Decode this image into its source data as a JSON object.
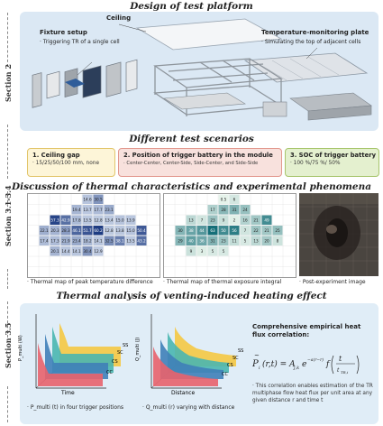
{
  "headers": {
    "design": "Design of test platform",
    "scenarios": "Different test scenarios",
    "discussion": "Discussion of thermal characteristics and experimental phenomena",
    "venting": "Thermal analysis of venting-induced heating effect"
  },
  "sections": {
    "s2": "Section 2",
    "s34": "Section 3.1-3.4",
    "s35": "Section 3.5"
  },
  "platform": {
    "ceiling": "Ceiling",
    "fixture_title": "Fixture setup",
    "fixture_desc": "· Triggering TR of a single cell",
    "plate_title": "Temperature-monitoring plate",
    "plate_desc": "· Simulating the top of adjacent cells"
  },
  "scenarios": [
    {
      "title": "1. Ceiling gap",
      "desc": "· 15/25/50/100 mm, none"
    },
    {
      "title": "2. Position of trigger battery in the module",
      "desc": "· Center-Center, Center-Side, Side-Center, and Side-Side"
    },
    {
      "title": "3. SOC of trigger battery",
      "desc": "· 100 %/75 %/ 50%"
    }
  ],
  "discussion": {
    "cap1": "· Thermal map of peak temperature difference",
    "cap2": "· Thermal map of thermal exposure integral",
    "cap3": "· Post-experiment image",
    "map1_values": [
      "14.6",
      "30.5",
      "19.4",
      "13.7",
      "17.7",
      "23.1",
      "57.3",
      "42.9",
      "17.8",
      "13.5",
      "12.8",
      "13.4",
      "15.0",
      "13.9",
      "22.1",
      "20.3",
      "28.3",
      "46.1",
      "51.7",
      "60.2",
      "12.8",
      "13.8",
      "15.0",
      "50.4",
      "17.4",
      "17.3",
      "21.9",
      "23.4",
      "18.2",
      "14.1",
      "32.5",
      "38.1",
      "13.5",
      "43.2",
      "20.1",
      "14.4",
      "14.1",
      "30.4",
      "12.9"
    ],
    "map2_values": [
      "0.5",
      "6",
      "17",
      "28",
      "31",
      "24",
      "13",
      "7",
      "23",
      "9",
      "2",
      "16",
      "21",
      "49",
      "30",
      "38",
      "44",
      "63",
      "50",
      "56",
      "7",
      "22",
      "21",
      "25",
      "29",
      "40",
      "36",
      "31",
      "23",
      "11",
      "5",
      "13",
      "20",
      "8",
      "9",
      "3",
      "5",
      "5"
    ]
  },
  "venting": {
    "chart1_ylabel": "P_multi (W)",
    "chart1_xlabel": "Time",
    "chart1_series": [
      "SS",
      "SC",
      "CS",
      "CC"
    ],
    "chart1_cap": "· P_multi (t) in four trigger positions",
    "chart2_ylabel": "Q_multi (J)",
    "chart2_xlabel": "Distance",
    "chart2_series": [
      "SS",
      "SC",
      "CS",
      "CC"
    ],
    "chart2_cap": "· Q_multi (r) varying with distance",
    "corr_title": "Comprehensive empirical heat flux correlation:",
    "note": "· This correlation enables estimation of the TR multiphase flow heat flux per unit area at any given distance r and time t"
  },
  "colors": {
    "platform_bg": "#dbe8f4",
    "s1_bg": "#fdf5d8",
    "s2_bg": "#f8e1dd",
    "s3_bg": "#e4f0cf",
    "venting_bg": "#e0edf7",
    "SS": "#f5c842",
    "SC": "#4ab6b0",
    "CS": "#3f7fb8",
    "CC": "#e8626b"
  }
}
